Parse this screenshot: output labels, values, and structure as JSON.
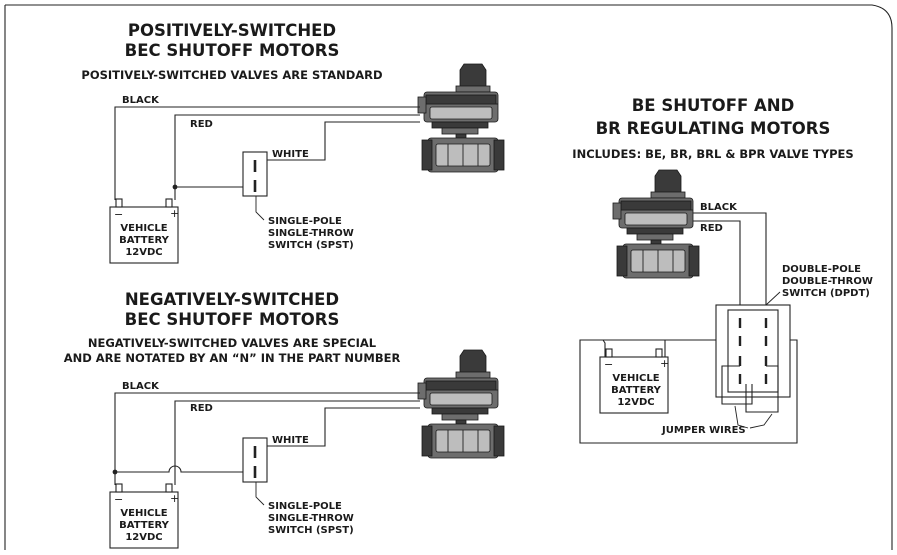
{
  "colors": {
    "line": "#222222",
    "motor_dark": "#3a3a3a",
    "motor_mid": "#6d6d6d",
    "motor_light": "#bdbdbd"
  },
  "icons": [
    "valve-motor-icon",
    "battery-icon",
    "spst-switch-icon",
    "dpdt-switch-icon"
  ],
  "positive": {
    "title_line1": "POSITIVELY-SWITCHED",
    "title_line2": "BEC SHUTOFF MOTORS",
    "subtitle": "POSITIVELY-SWITCHED VALVES ARE STANDARD",
    "wire_black": "BLACK",
    "wire_red": "RED",
    "wire_white": "WHITE",
    "battery": {
      "line1": "VEHICLE",
      "line2": "BATTERY",
      "line3": "12VDC",
      "minus": "−",
      "plus": "+"
    },
    "switch": {
      "line1": "SINGLE-POLE",
      "line2": "SINGLE-THROW",
      "line3": "SWITCH (SPST)"
    }
  },
  "negative": {
    "title_line1": "NEGATIVELY-SWITCHED",
    "title_line2": "BEC SHUTOFF MOTORS",
    "subtitle_line1": "NEGATIVELY-SWITCHED VALVES ARE SPECIAL",
    "subtitle_line2": "AND ARE NOTATED BY AN “N” IN THE PART NUMBER",
    "wire_black": "BLACK",
    "wire_red": "RED",
    "wire_white": "WHITE",
    "battery": {
      "line1": "VEHICLE",
      "line2": "BATTERY",
      "line3": "12VDC",
      "minus": "−",
      "plus": "+"
    },
    "switch": {
      "line1": "SINGLE-POLE",
      "line2": "SINGLE-THROW",
      "line3": "SWITCH (SPST)"
    }
  },
  "regulating": {
    "title_line1": "BE SHUTOFF AND",
    "title_line2": "BR REGULATING MOTORS",
    "subtitle": "INCLUDES: BE, BR, BRL & BPR VALVE TYPES",
    "wire_black": "BLACK",
    "wire_red": "RED",
    "battery": {
      "line1": "VEHICLE",
      "line2": "BATTERY",
      "line3": "12VDC",
      "minus": "−",
      "plus": "+"
    },
    "switch": {
      "line1": "DOUBLE-POLE",
      "line2": "DOUBLE-THROW",
      "line3": "SWITCH (DPDT)"
    },
    "jumper": "JUMPER WIRES"
  }
}
